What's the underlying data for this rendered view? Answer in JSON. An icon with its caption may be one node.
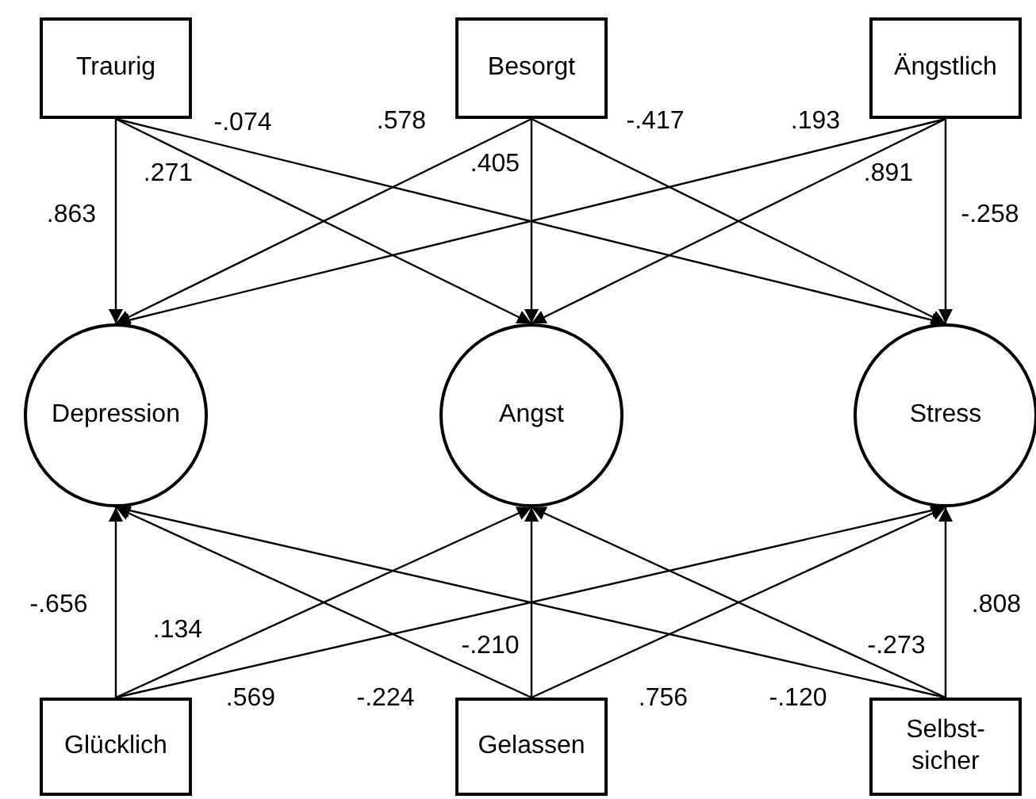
{
  "diagram": {
    "nodes": [
      {
        "text": [
          "Traurig"
        ]
      },
      {
        "text": [
          "Besorgt"
        ]
      },
      {
        "text": [
          "Ängstlich"
        ]
      },
      {
        "text": [
          "Depression"
        ]
      },
      {
        "text": [
          "Angst"
        ]
      },
      {
        "text": [
          "Stress"
        ]
      },
      {
        "text": [
          "Glücklich"
        ]
      },
      {
        "text": [
          "Gelassen"
        ]
      },
      {
        "text": [
          "Selbst-sicher"
        ]
      }
    ],
    "edges": [
      {
        "from": 0,
        "to": 3,
        "arrow": "to",
        "label": ".863"
      },
      {
        "from": 0,
        "to": 4,
        "arrow": "to",
        "label": ".271"
      },
      {
        "from": 0,
        "to": 5,
        "arrow": "to",
        "label": "-.074"
      },
      {
        "from": 1,
        "to": 3,
        "arrow": "to",
        "label": ".578"
      },
      {
        "from": 1,
        "to": 4,
        "arrow": "to",
        "label": ".405"
      },
      {
        "from": 1,
        "to": 5,
        "arrow": "to",
        "label": "-.417"
      },
      {
        "from": 2,
        "to": 3,
        "arrow": "to",
        "label": ".193"
      },
      {
        "from": 2,
        "to": 4,
        "arrow": "to",
        "label": ".891"
      },
      {
        "from": 2,
        "to": 5,
        "arrow": "to",
        "label": "-.258"
      },
      {
        "from": 6,
        "to": 3,
        "arrow": "to",
        "label": "-.656"
      },
      {
        "from": 6,
        "to": 4,
        "arrow": "to",
        "label": ".134"
      },
      {
        "from": 6,
        "to": 5,
        "arrow": "to",
        "label": ".569"
      },
      {
        "from": 7,
        "to": 3,
        "arrow": "to",
        "label": "-.224"
      },
      {
        "from": 7,
        "to": 4,
        "arrow": "to",
        "label": "-.210"
      },
      {
        "from": 7,
        "to": 5,
        "arrow": "to",
        "label": ".756"
      },
      {
        "from": 8,
        "to": 3,
        "arrow": "to",
        "label": "-.120"
      },
      {
        "from": 8,
        "to": 4,
        "arrow": "to",
        "label": "-.273"
      },
      {
        "from": 8,
        "to": 5,
        "arrow": "to",
        "label": ".808"
      }
    ]
  }
}
